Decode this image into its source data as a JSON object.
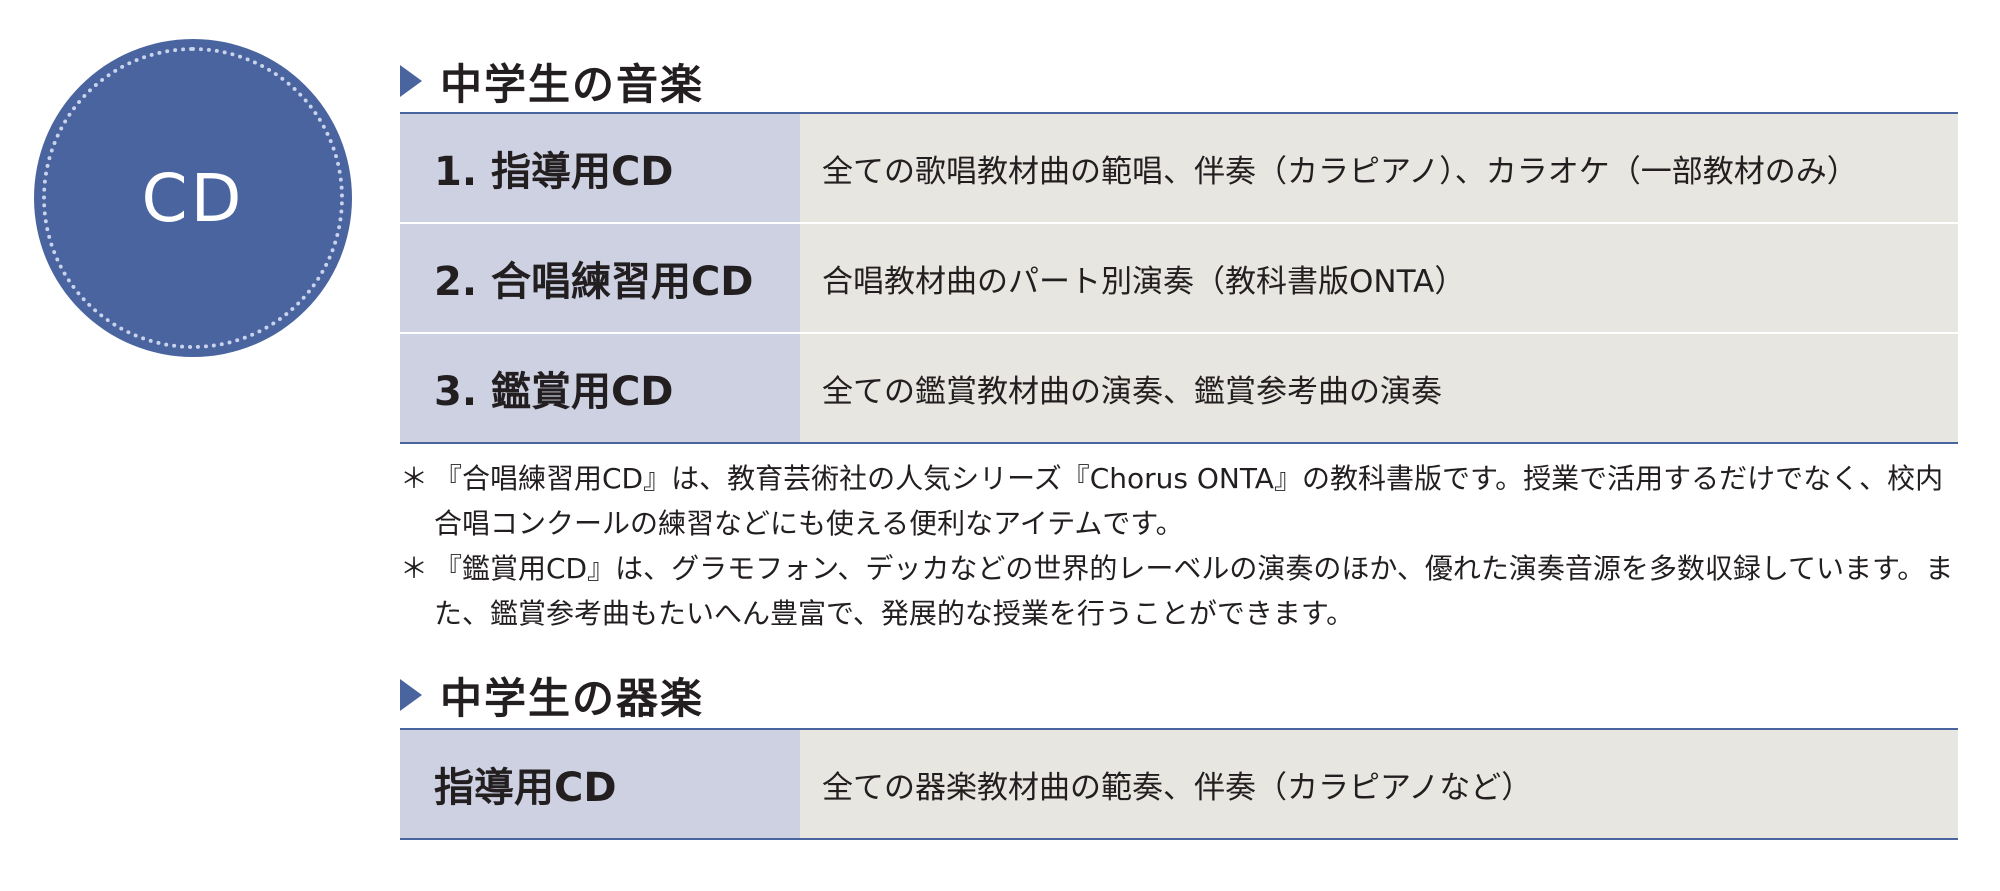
{
  "badge": {
    "label": "CD"
  },
  "sections": [
    {
      "title": "中学生の音楽",
      "rows": [
        {
          "name": "1. 指導用CD",
          "desc": "全ての歌唱教材曲の範唱、伴奏（カラピアノ）、カラオケ（一部教材のみ）"
        },
        {
          "name": "2. 合唱練習用CD",
          "desc": "合唱教材曲のパート別演奏（教科書版ONTA）"
        },
        {
          "name": "3. 鑑賞用CD",
          "desc": "全ての鑑賞教材曲の演奏、鑑賞参考曲の演奏"
        }
      ]
    },
    {
      "title": "中学生の器楽",
      "rows": [
        {
          "name": "指導用CD",
          "desc": "全ての器楽教材曲の範奏、伴奏（カラピアノなど）"
        }
      ]
    }
  ],
  "notes": [
    {
      "mark": "＊",
      "text": "『合唱練習用CD』は、教育芸術社の人気シリーズ『Chorus ONTA』の教科書版です。授業で活用するだけでなく、校内合唱コンクールの練習などにも使える便利なアイテムです。"
    },
    {
      "mark": "＊",
      "text": "『鑑賞用CD』は、グラモフォン、デッカなどの世界的レーベルの演奏のほか、優れた演奏音源を多数収録しています。また、鑑賞参考曲もたいへん豊富で、発展的な授業を行うことができます。"
    }
  ],
  "colors": {
    "accent": "#4a64a0",
    "name_cell": "#cdd1e2",
    "desc_cell": "#e8e6e1"
  }
}
